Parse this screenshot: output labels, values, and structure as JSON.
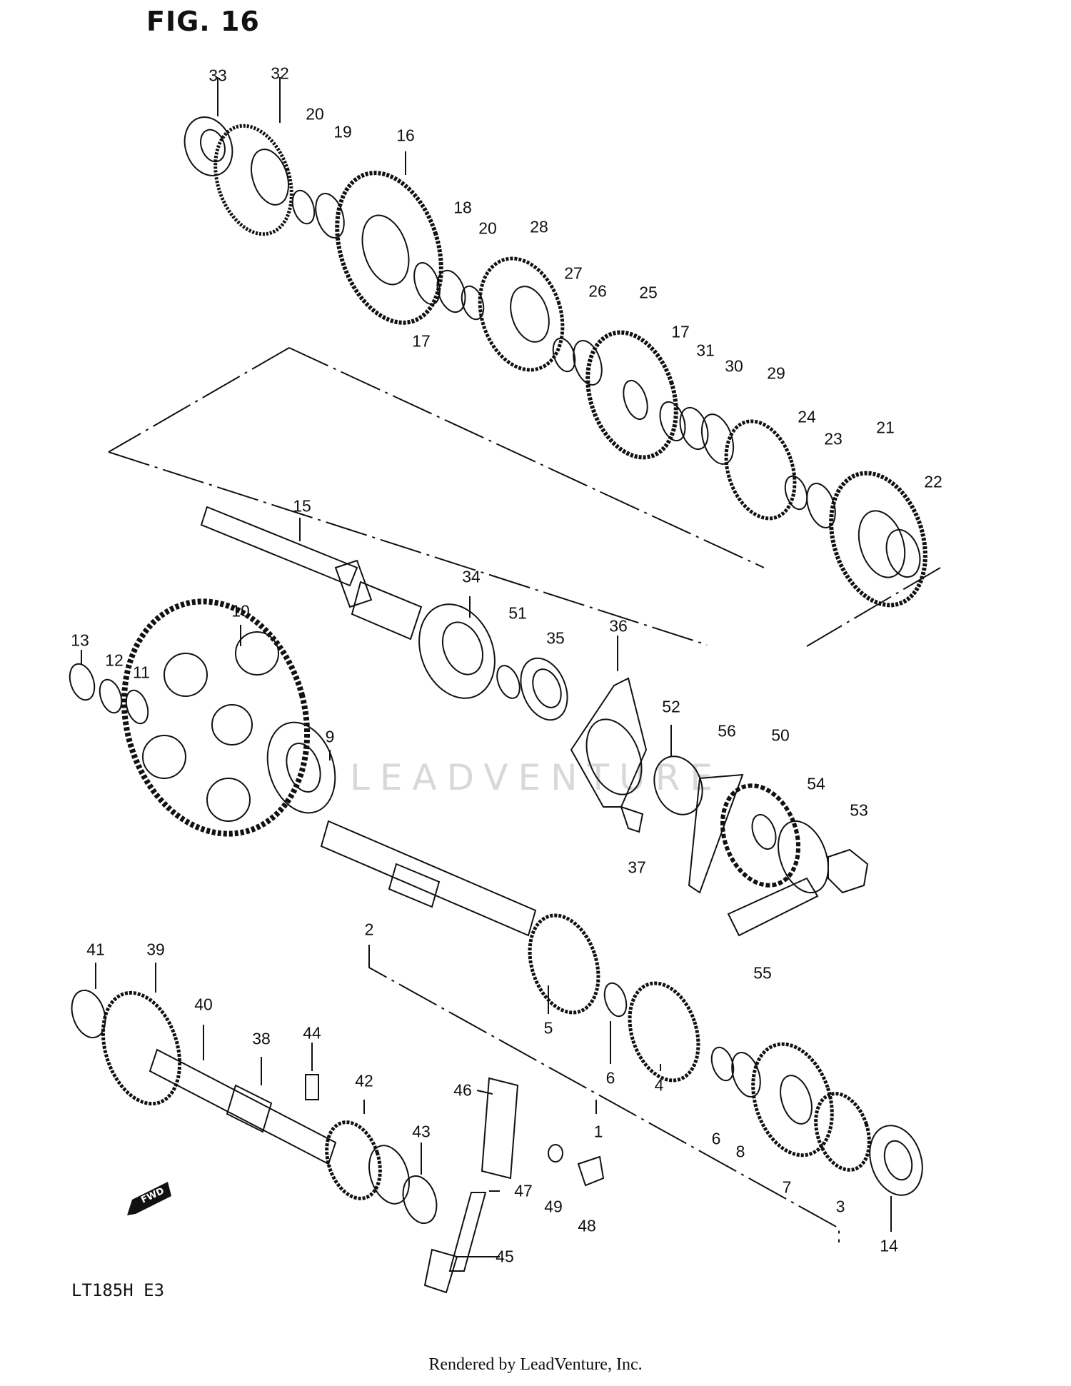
{
  "figure": {
    "title": "FIG. 16"
  },
  "model_code": "LT185H E3",
  "footer": "Rendered by LeadVenture, Inc.",
  "watermark": "LEADVENTURE",
  "fwd_label": "FWD",
  "callouts": {
    "c1": "1",
    "c2": "2",
    "c3": "3",
    "c4": "4",
    "c5": "5",
    "c6a": "6",
    "c6b": "6",
    "c7": "7",
    "c8": "8",
    "c9": "9",
    "c10": "10",
    "c11": "11",
    "c12": "12",
    "c13": "13",
    "c14": "14",
    "c15": "15",
    "c16": "16",
    "c17a": "17",
    "c17b": "17",
    "c18": "18",
    "c19": "19",
    "c20a": "20",
    "c20b": "20",
    "c21": "21",
    "c22": "22",
    "c23": "23",
    "c24": "24",
    "c25": "25",
    "c26": "26",
    "c27": "27",
    "c28": "28",
    "c29": "29",
    "c30": "30",
    "c31": "31",
    "c32": "32",
    "c33": "33",
    "c34": "34",
    "c35": "35",
    "c36": "36",
    "c37": "37",
    "c38": "38",
    "c39": "39",
    "c40": "40",
    "c41": "41",
    "c42": "42",
    "c43": "43",
    "c44": "44",
    "c45": "45",
    "c46": "46",
    "c47": "47",
    "c48": "48",
    "c49": "49",
    "c50": "50",
    "c51": "51",
    "c52": "52",
    "c53": "53",
    "c54": "54",
    "c55": "55",
    "c56": "56"
  }
}
